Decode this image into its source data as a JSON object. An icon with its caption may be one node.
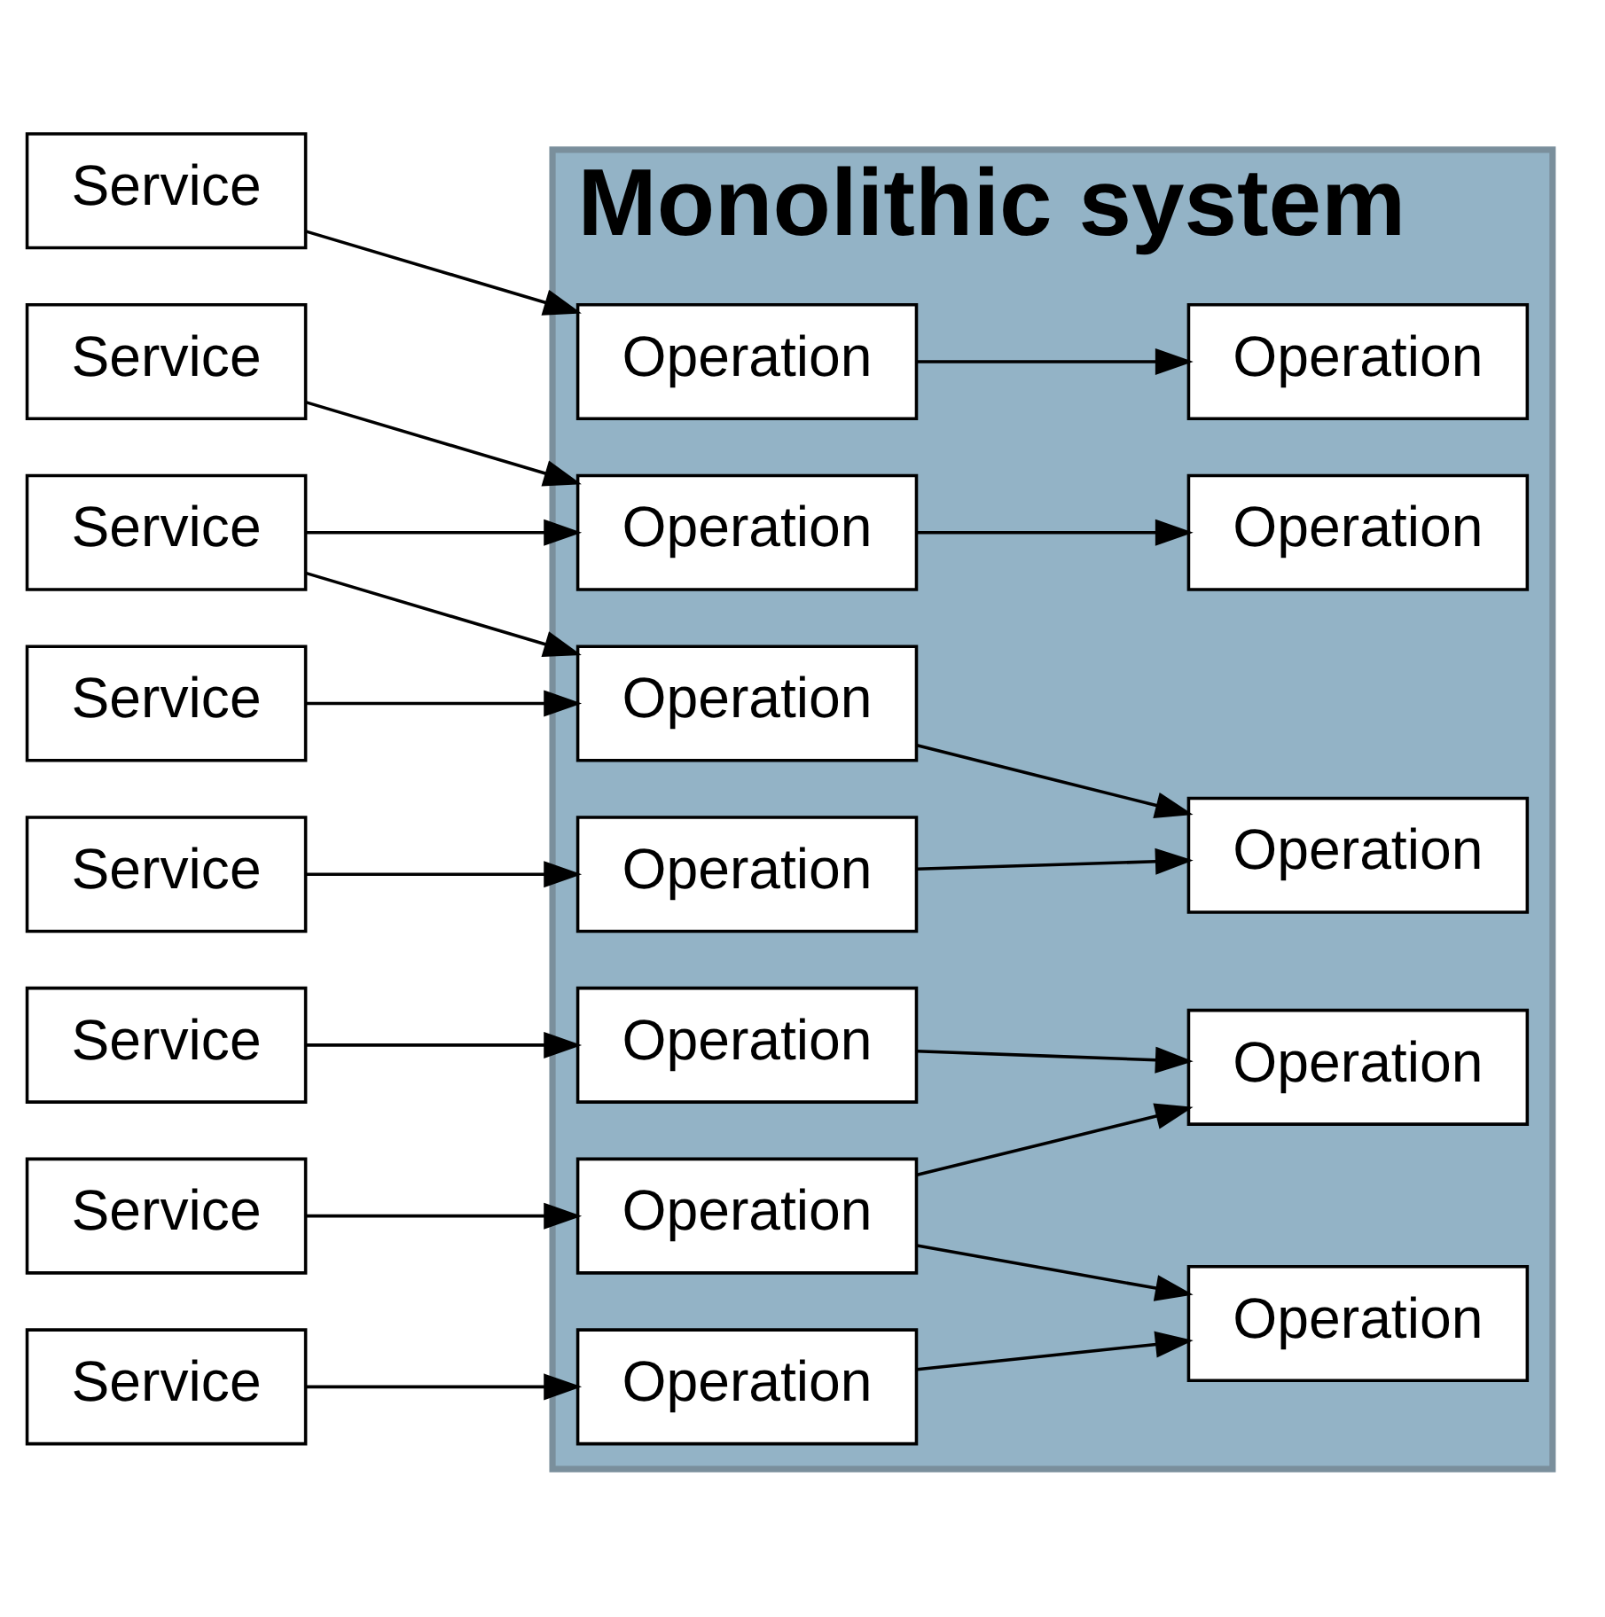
{
  "diagram": {
    "nodes": [
      {
        "text": [
          "Monolithic system"
        ]
      },
      {
        "text": [
          "Service"
        ]
      },
      {
        "text": [
          "Operation"
        ],
        "in": 0
      },
      {
        "text": [
          "Operation"
        ],
        "in": 0
      },
      {
        "text": [
          "Service"
        ]
      },
      {
        "text": [
          "Operation"
        ],
        "in": 0
      },
      {
        "text": [
          "Operation"
        ],
        "in": 0
      },
      {
        "text": [
          "Service"
        ]
      },
      {
        "text": [
          "Service"
        ]
      },
      {
        "text": [
          "Operation"
        ],
        "in": 0
      },
      {
        "text": [
          "Service"
        ]
      },
      {
        "text": [
          "Operation"
        ],
        "in": 0
      },
      {
        "text": [
          "Operation"
        ],
        "in": 0
      },
      {
        "text": [
          "Service"
        ]
      },
      {
        "text": [
          "Operation"
        ],
        "in": 0
      },
      {
        "text": [
          "Operation"
        ],
        "in": 0
      },
      {
        "text": [
          "Service"
        ]
      },
      {
        "text": [
          "Operation"
        ],
        "in": 0
      },
      {
        "text": [
          "Operation"
        ],
        "in": 0
      },
      {
        "text": [
          "Service"
        ]
      },
      {
        "text": [
          "Operation"
        ],
        "in": 0
      }
    ],
    "edges": [
      {
        "from": 1,
        "to": 2,
        "arrow": "to"
      },
      {
        "from": 2,
        "to": 3,
        "arrow": "to"
      },
      {
        "from": 4,
        "to": 5,
        "arrow": "to"
      },
      {
        "from": 5,
        "to": 6,
        "arrow": "to"
      },
      {
        "from": 7,
        "to": 5,
        "arrow": "to"
      },
      {
        "from": 7,
        "to": 9,
        "arrow": "to"
      },
      {
        "from": 8,
        "to": 9,
        "arrow": "to"
      },
      {
        "from": 9,
        "to": 12,
        "arrow": "to"
      },
      {
        "from": 10,
        "to": 11,
        "arrow": "to"
      },
      {
        "from": 11,
        "to": 12,
        "arrow": "to"
      },
      {
        "from": 13,
        "to": 14,
        "arrow": "to"
      },
      {
        "from": 14,
        "to": 15,
        "arrow": "to"
      },
      {
        "from": 16,
        "to": 17,
        "arrow": "to"
      },
      {
        "from": 17,
        "to": 15,
        "arrow": "to"
      },
      {
        "from": 17,
        "to": 18,
        "arrow": "to"
      },
      {
        "from": 19,
        "to": 20,
        "arrow": "to"
      },
      {
        "from": 20,
        "to": 18,
        "arrow": "to"
      }
    ]
  }
}
